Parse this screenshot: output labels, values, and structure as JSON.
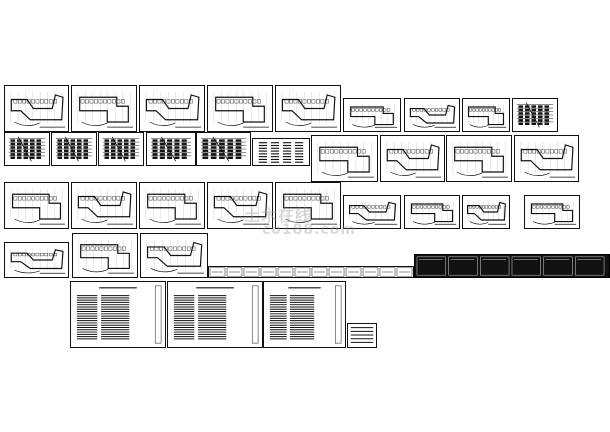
{
  "watermark": {
    "brand_text": "土木在线",
    "url_text": "co188.com"
  },
  "rows": {
    "row1": [
      "floor-plan",
      "floor-plan",
      "floor-plan",
      "floor-plan",
      "floor-plan",
      "floor-plan-l",
      "floor-plan-l",
      "floor-plan-l",
      "system-diagram"
    ],
    "row2": [
      "system-diagram",
      "system-diagram",
      "system-diagram",
      "system-diagram",
      "system-diagram",
      "legend-table",
      "floor-plan",
      "floor-plan",
      "floor-plan",
      "floor-plan"
    ],
    "row3": [
      "floor-plan",
      "floor-plan",
      "floor-plan",
      "floor-plan",
      "floor-plan",
      "floor-plan-l",
      "floor-plan-l",
      "floor-plan-l",
      "floor-plan-l"
    ],
    "row4": [
      "floor-plan",
      "floor-plan",
      "floor-plan",
      "detail-strip",
      "dark-panel"
    ],
    "row5": [
      "drawing-list",
      "drawing-list",
      "drawing-list",
      "small-table"
    ]
  },
  "colors": {
    "line": "#111111",
    "paper": "#ffffff",
    "dark_panel": "#111111"
  }
}
